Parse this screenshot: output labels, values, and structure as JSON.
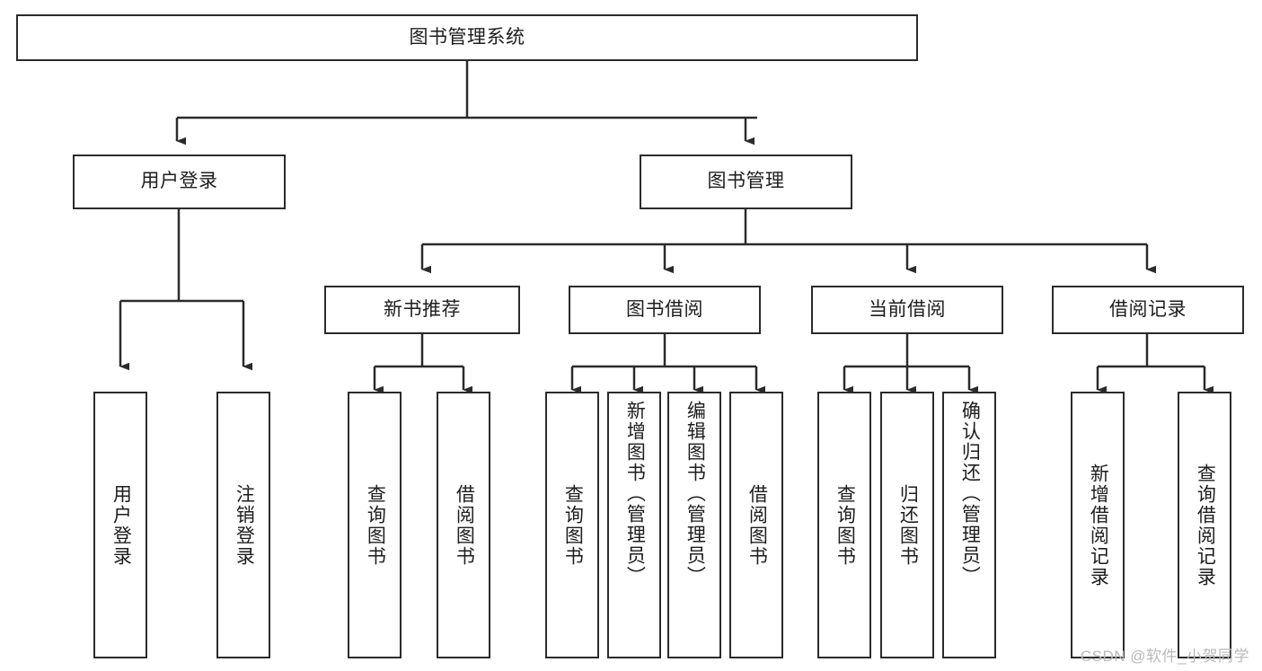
{
  "diagram": {
    "type": "tree-hierarchy-flowchart",
    "title": "图书管理系统",
    "watermark": "CSDN @软件_小贺同学",
    "colors": {
      "box_border": "#2b2b2b",
      "box_fill": "#ffffff",
      "connector": "#2b2b2b",
      "text": "#1d1d1d",
      "watermark": "#b9b9b9",
      "background": "#ffffff"
    },
    "root": {
      "label": "图书管理系统"
    },
    "level1": [
      {
        "label": "用户登录"
      },
      {
        "label": "图书管理"
      }
    ],
    "level2": [
      {
        "label": "新书推荐"
      },
      {
        "label": "图书借阅"
      },
      {
        "label": "当前借阅"
      },
      {
        "label": "借阅记录"
      }
    ],
    "leaves": {
      "user_login": [
        {
          "label": "用户登录"
        },
        {
          "label": "注销登录"
        }
      ],
      "new_book_recommend": [
        {
          "label": "查询图书"
        },
        {
          "label": "借阅图书"
        }
      ],
      "book_borrow": [
        {
          "label": "查询图书"
        },
        {
          "label": "新增图书（管理员）"
        },
        {
          "label": "编辑图书（管理员）"
        },
        {
          "label": "借阅图书"
        }
      ],
      "current_borrow": [
        {
          "label": "查询图书"
        },
        {
          "label": "归还图书"
        },
        {
          "label": "确认归还（管理员）"
        }
      ],
      "borrow_record": [
        {
          "label": "新增借阅记录"
        },
        {
          "label": "查询借阅记录"
        }
      ]
    }
  }
}
